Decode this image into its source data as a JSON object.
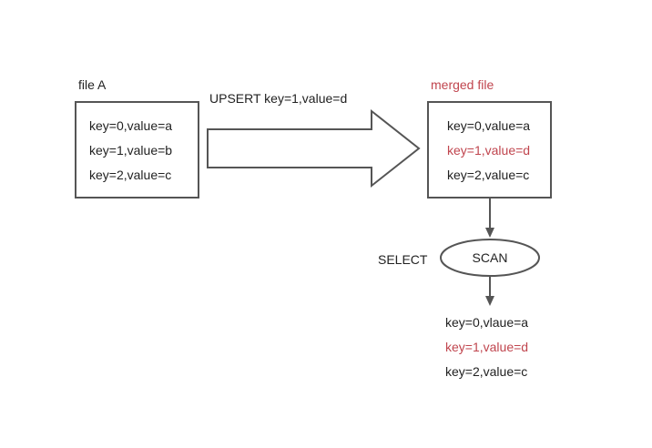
{
  "file_a": {
    "title": "file A",
    "rows": [
      "key=0,value=a",
      "key=1,value=b",
      "key=2,value=c"
    ]
  },
  "upsert": {
    "label": "UPSERT key=1,value=d"
  },
  "merged_file": {
    "title": "merged file",
    "rows": [
      "key=0,value=a",
      "key=1,value=d",
      "key=2,value=c"
    ],
    "highlight_row": 1
  },
  "select": {
    "label": "SELECT",
    "node": "SCAN"
  },
  "result": {
    "rows": [
      "key=0,vlaue=a",
      "key=1,value=d",
      "key=2,value=c"
    ],
    "highlight_row": 1
  },
  "colors": {
    "highlight": "#c0454e",
    "stroke": "#555555",
    "text": "#222222"
  }
}
